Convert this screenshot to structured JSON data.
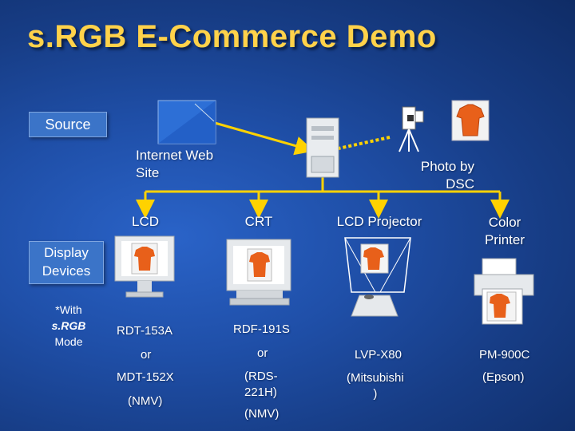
{
  "title": "s.RGB E-Commerce Demo",
  "labels": {
    "source": "Source",
    "display_devices_1": "Display",
    "display_devices_2": "Devices",
    "mode_line1": "*With",
    "mode_line2": "s.RGB",
    "mode_line3": "Mode",
    "internet_1": "Internet Web",
    "internet_2": "Site",
    "photo_1": "Photo by",
    "photo_2": "DSC"
  },
  "devices": {
    "lcd": {
      "name": "LCD",
      "model1": "RDT-153A",
      "or": "or",
      "model2": "MDT-152X",
      "maker": "(NMV)"
    },
    "crt": {
      "name": "CRT",
      "model1": "RDF-191S",
      "or": "or",
      "model2_1": "(RDS-",
      "model2_2": "221H)",
      "maker": "(NMV)"
    },
    "projector": {
      "name": "LCD Projector",
      "model": "LVP-X80",
      "maker_1": "(Mitsubishi",
      "maker_2": ")"
    },
    "printer": {
      "name_1": "Color",
      "name_2": "Printer",
      "model": "PM-900C",
      "maker": "(Epson)"
    }
  },
  "colors": {
    "title": "#ffd24a",
    "connector": "#ffd200",
    "background": "#1f4fa8",
    "shirt": "#e8601a"
  },
  "icons": [
    "web-page-icon",
    "computer-tower-icon",
    "camera-icon",
    "shirt-photo-icon",
    "lcd-monitor-icon",
    "crt-monitor-icon",
    "projector-icon",
    "printer-icon"
  ]
}
